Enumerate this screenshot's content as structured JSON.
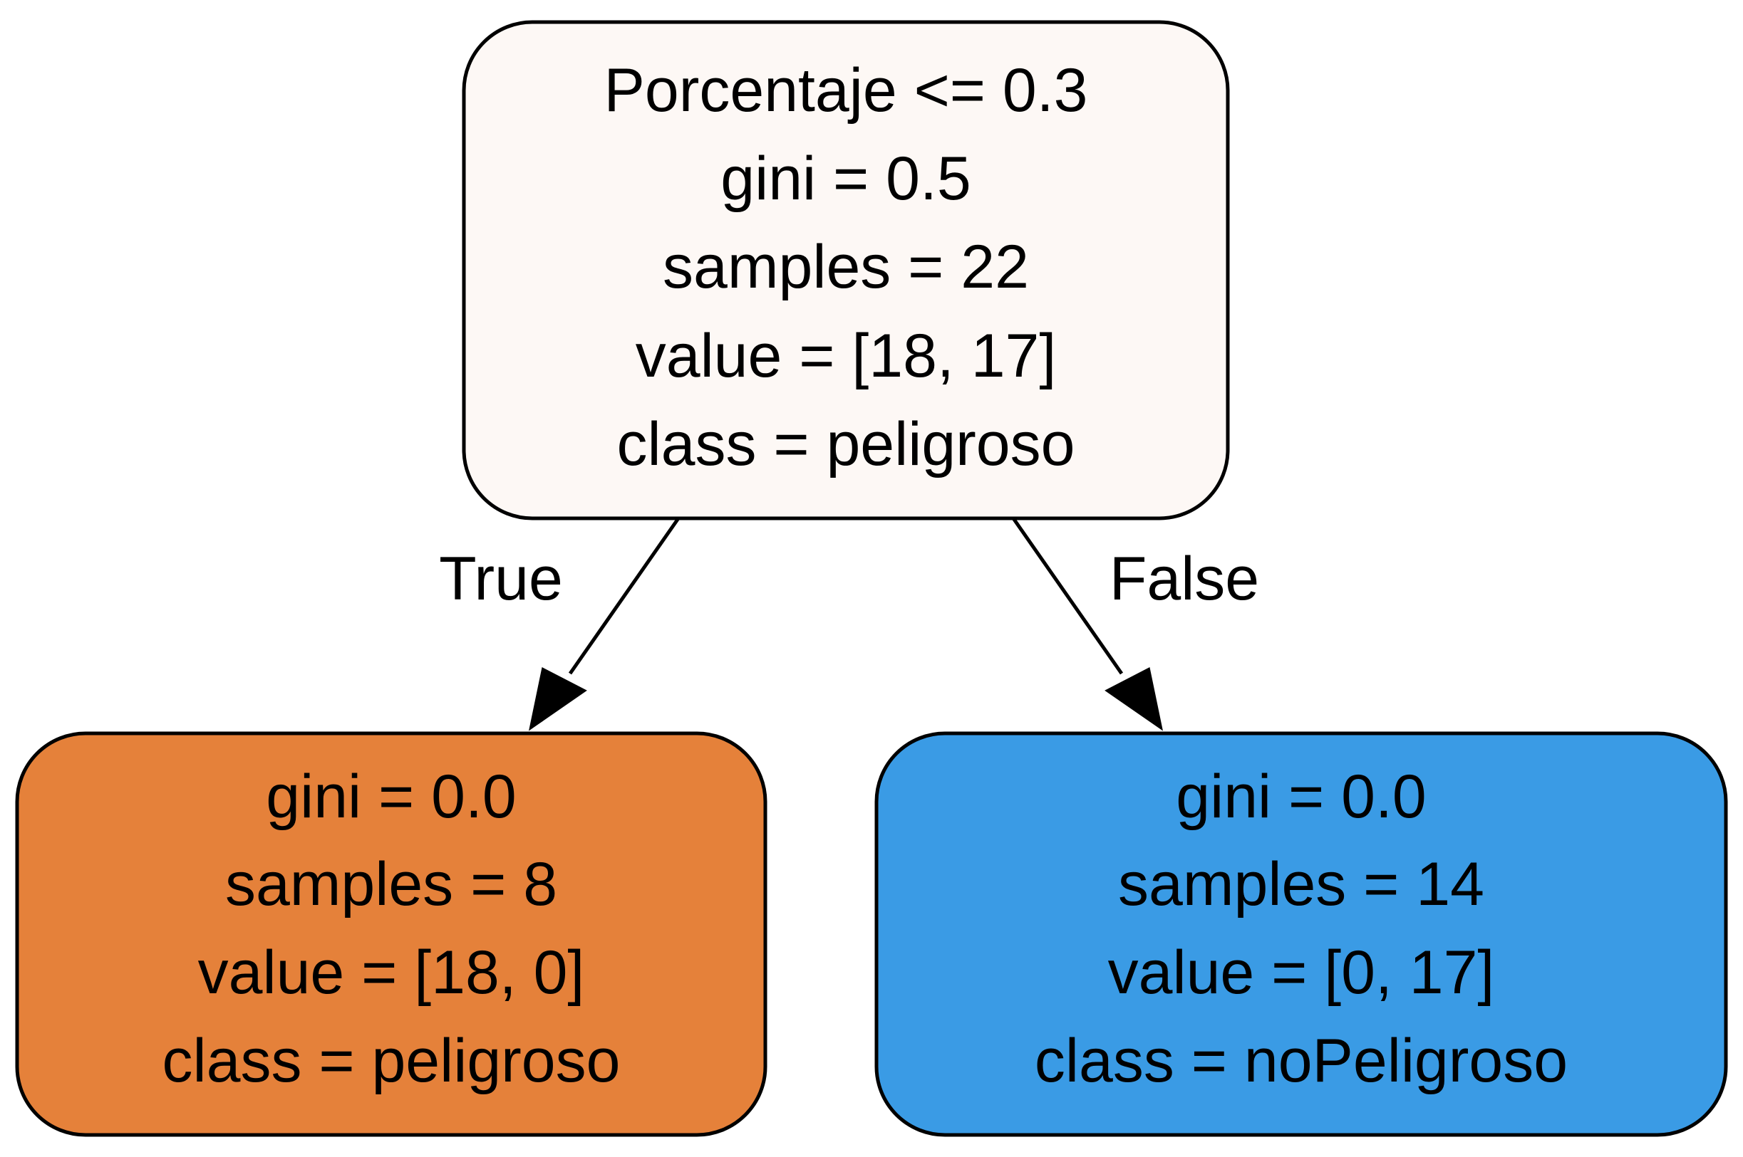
{
  "tree": {
    "nodes": [
      {
        "id": "root",
        "lines": [
          "Porcentaje <= 0.3",
          "gini = 0.5",
          "samples = 22",
          "value = [18, 17]",
          "class = peligroso"
        ],
        "fill": "#fdf8f5"
      },
      {
        "id": "left",
        "lines": [
          "gini = 0.0",
          "samples = 8",
          "value = [18, 0]",
          "class = peligroso"
        ],
        "fill": "#e5813a"
      },
      {
        "id": "right",
        "lines": [
          "gini = 0.0",
          "samples = 14",
          "value = [0, 17]",
          "class = noPeligroso"
        ],
        "fill": "#3a9be5"
      }
    ],
    "edges": [
      {
        "from": "root",
        "to": "left",
        "label": "True"
      },
      {
        "from": "root",
        "to": "right",
        "label": "False"
      }
    ]
  }
}
